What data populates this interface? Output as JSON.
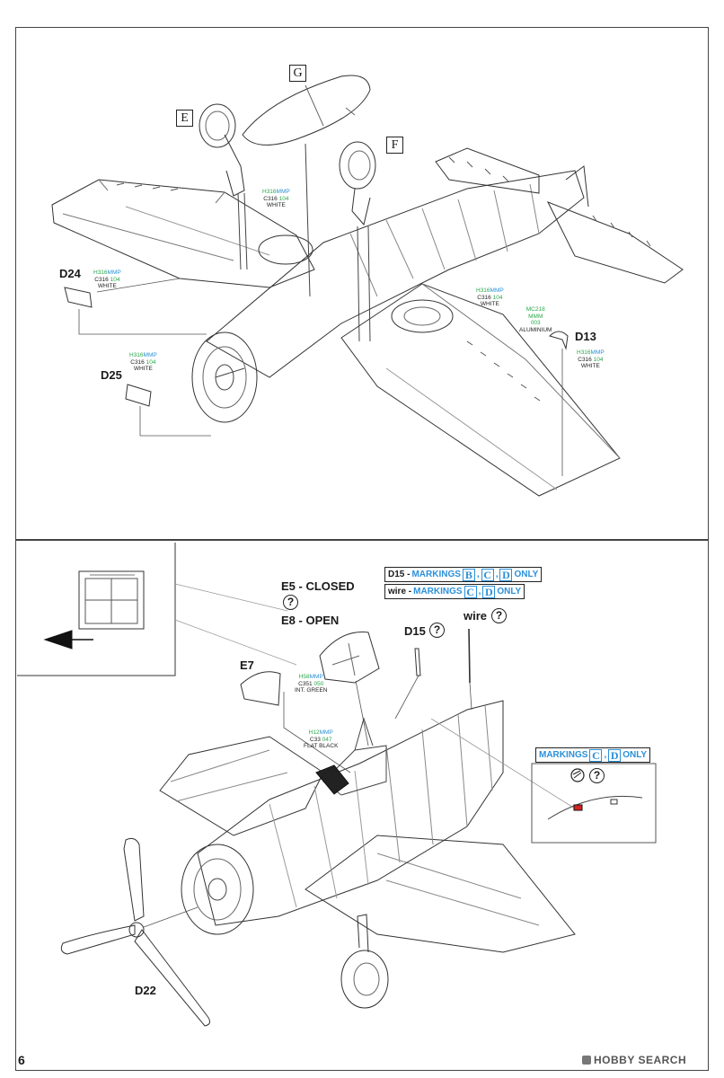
{
  "page_number": "6",
  "watermark": "HOBBY SEARCH",
  "upper_step": {
    "box_labels": [
      "G",
      "E",
      "F"
    ],
    "parts": [
      "D24",
      "D25",
      "D13"
    ],
    "paints": [
      {
        "id": "paint-wheelwell-left",
        "line1_a": "H316",
        "line1_b": "MMP",
        "line2_a": "C316",
        "line2_b": "104",
        "line3": "WHITE"
      },
      {
        "id": "paint-d24",
        "line1_a": "H316",
        "line1_b": "MMP",
        "line2_a": "C316",
        "line2_b": "104",
        "line3": "WHITE"
      },
      {
        "id": "paint-wheelwell-right",
        "line1_a": "H316",
        "line1_b": "MMP",
        "line2_a": "C316",
        "line2_b": "104",
        "line3": "WHITE"
      },
      {
        "id": "paint-d25",
        "line1_a": "H316",
        "line1_b": "MMP",
        "line2_a": "C316",
        "line2_b": "104",
        "line3": "WHITE"
      },
      {
        "id": "paint-aluminium",
        "line1_a": "MC218",
        "line1_b": "",
        "line2_a": "MMM",
        "line2_b": "003",
        "line3": "ALUMINIUM"
      },
      {
        "id": "paint-d13",
        "line1_a": "H316",
        "line1_b": "MMP",
        "line2_a": "C316",
        "line2_b": "104",
        "line3": "WHITE"
      }
    ]
  },
  "lower_step": {
    "e5_label": "E5 - CLOSED",
    "e8_label": "E8 - OPEN",
    "e7_label": "E7",
    "d15_label": "D15",
    "wire_label": "wire",
    "d22_label": "D22",
    "question_mark": "?",
    "markings_d15": {
      "prefix": "D15 -",
      "word": "MARKINGS",
      "letters": [
        "B",
        "C",
        "D"
      ],
      "suffix": "ONLY"
    },
    "markings_wire": {
      "prefix": "wire -",
      "word": "MARKINGS",
      "letters": [
        "C",
        "D"
      ],
      "suffix": "ONLY"
    },
    "markings_detail": {
      "word": "MARKINGS",
      "letters": [
        "C",
        "D"
      ],
      "suffix": "ONLY"
    },
    "paints": [
      {
        "id": "paint-int-green",
        "line1_a": "H58",
        "line1_b": "MMP",
        "line2_a": "C351",
        "line2_b": "050",
        "line3": "INT. GREEN"
      },
      {
        "id": "paint-flat-black",
        "line1_a": "H12",
        "line1_b": "MMP",
        "line2_a": "C33",
        "line2_b": "047",
        "line3": "FLAT BLACK"
      }
    ]
  },
  "colors": {
    "accent_blue": "#2b90d9",
    "paint_green": "#2aa84a",
    "marker_red": "#d6231f"
  }
}
